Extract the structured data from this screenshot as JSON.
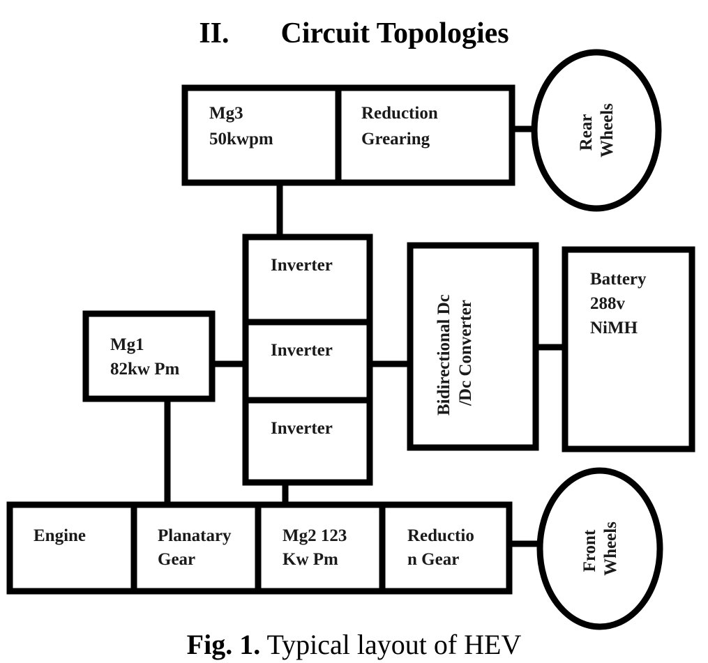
{
  "heading": {
    "number": "II.",
    "title": "Circuit Topologies"
  },
  "diagram": {
    "mg3": [
      "Mg3",
      "50kwpm"
    ],
    "reduction_gearing": [
      "Reduction",
      "Grearing"
    ],
    "rear_wheels": [
      "Rear",
      "Wheels"
    ],
    "inverter_top": "Inverter",
    "inverter_mid": "Inverter",
    "inverter_bottom": "Inverter",
    "converter": [
      "Bidirectional Dc",
      "/Dc Converter"
    ],
    "battery": [
      "Battery",
      "288v",
      "NiMH"
    ],
    "mg1": [
      "Mg1",
      "82kw Pm"
    ],
    "engine": "Engine",
    "planetary_gear": [
      "Planatary",
      "Gear"
    ],
    "mg2": [
      "Mg2 123",
      "Kw Pm"
    ],
    "reduction_gear": [
      "Reductio",
      "n Gear"
    ],
    "front_wheels": [
      "Front",
      "Wheels"
    ]
  },
  "caption": {
    "label": "Fig. 1.",
    "text": " Typical layout of HEV"
  }
}
